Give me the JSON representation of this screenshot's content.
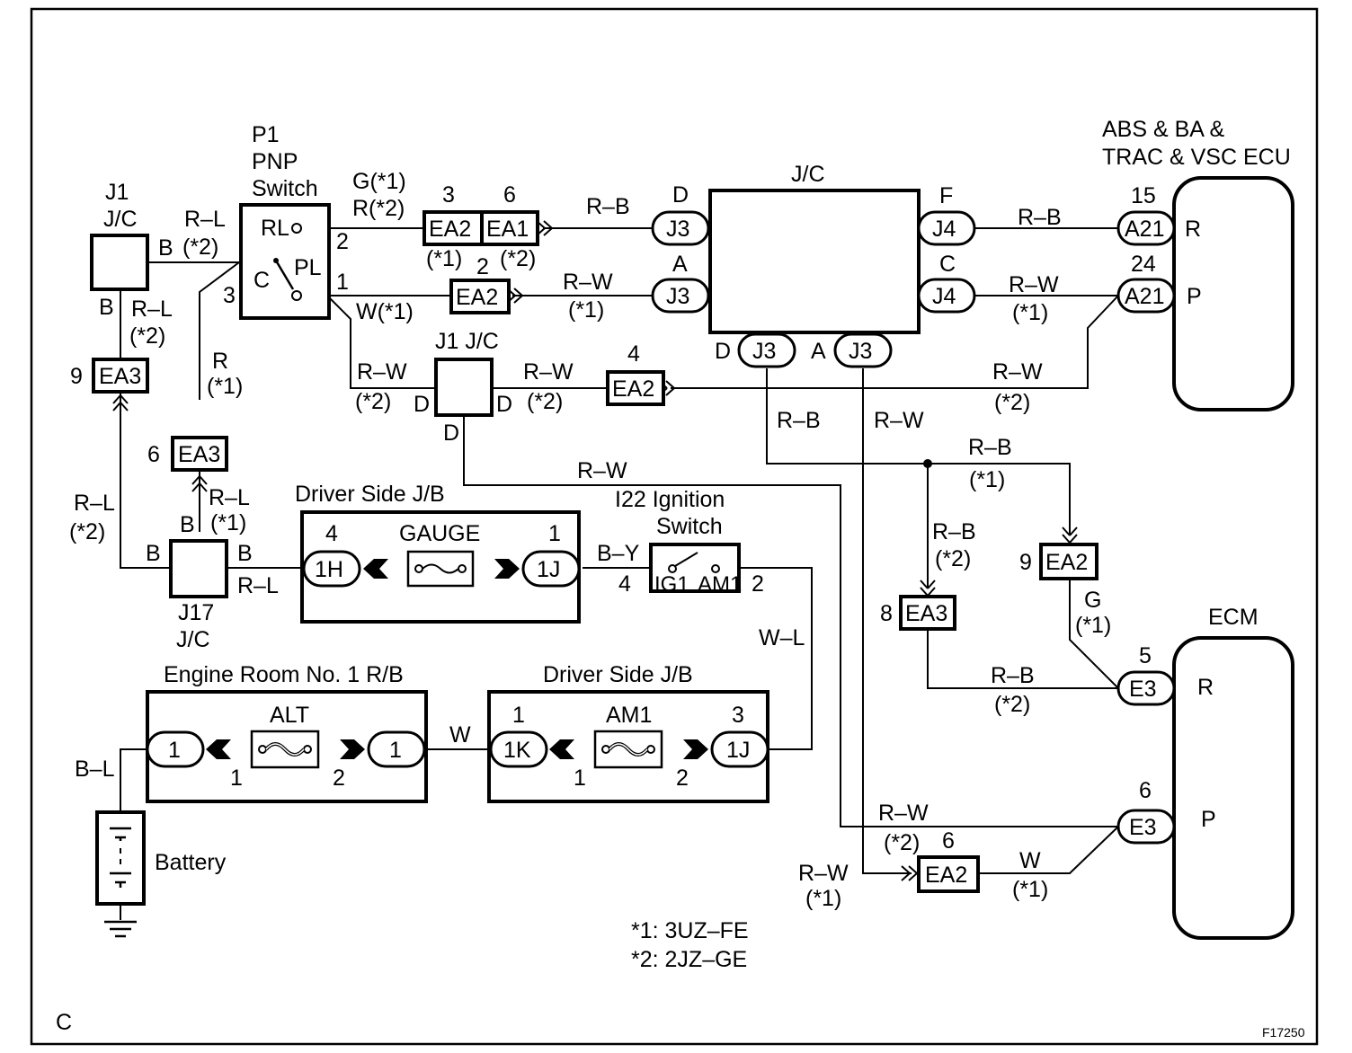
{
  "components": {
    "p1": {
      "id": "P1",
      "name1": "PNP",
      "name2": "Switch",
      "rl": "RL",
      "c": "C",
      "pl": "PL",
      "pin_rl": "2",
      "pin_pl": "1",
      "pin_c": "3"
    },
    "j1_left": {
      "id": "J1",
      "type": "J/C"
    },
    "j1_mid": {
      "label": "J1 J/C",
      "pin": "D"
    },
    "jc": {
      "label": "J/C"
    },
    "abs_ecu": {
      "line1": "ABS & BA &",
      "line2": "TRAC & VSC ECU",
      "pin_r": "R",
      "pin_p": "P"
    },
    "ecm": {
      "label": "ECM",
      "pin_r": "R",
      "pin_p": "P"
    },
    "j17": {
      "id": "J17",
      "type": "J/C",
      "pin": "B"
    },
    "driver_jb_top": {
      "label": "Driver Side J/B",
      "fuse": "GAUGE",
      "left_conn": "1H",
      "right_conn": "1J",
      "left_pin": "4",
      "right_pin": "1"
    },
    "ignition": {
      "line1": "I22 Ignition",
      "line2": "Switch",
      "ig1": "IG1",
      "am1": "AM1",
      "pin_left": "4",
      "pin_right": "2"
    },
    "engine_rb": {
      "label": "Engine Room No. 1 R/B",
      "fuse": "ALT",
      "conn": "1",
      "pin_a": "1",
      "pin_b": "2"
    },
    "driver_jb_bottom": {
      "label": "Driver Side J/B",
      "fuse": "AM1",
      "left_conn": "1K",
      "right_conn": "1J",
      "pin_left_top": "1",
      "pin_right_top": "3",
      "pin_a": "1",
      "pin_b": "2"
    },
    "battery": {
      "label": "Battery"
    }
  },
  "connectors": {
    "ea2": "EA2",
    "ea1": "EA1",
    "ea3": "EA3",
    "j3": "J3",
    "j4": "J4",
    "a21": "A21",
    "e3": "E3",
    "pin_d": "D",
    "pin_a": "A",
    "pin_f": "F",
    "pin_c": "C",
    "pin_b": "B",
    "n2": "2",
    "n3": "3",
    "n4": "4",
    "n5": "5",
    "n6": "6",
    "n8": "8",
    "n9": "9",
    "n15": "15",
    "n24": "24"
  },
  "wires": {
    "r_l": "R–L",
    "r_b": "R–B",
    "r_w": "R–W",
    "w_l": "W–L",
    "b_y": "B–Y",
    "b_l": "B–L",
    "b": "B",
    "r": "R",
    "g": "G",
    "w": "W",
    "g_star1": "G(*1)",
    "r_star2": "R(*2)",
    "w_star1": "W(*1)",
    "star1": "(*1)",
    "star2": "(*2)"
  },
  "notes": {
    "n1": "*1: 3UZ–FE",
    "n2": "*2: 2JZ–GE"
  },
  "corner_letter": "C",
  "figure_id": "F17250"
}
